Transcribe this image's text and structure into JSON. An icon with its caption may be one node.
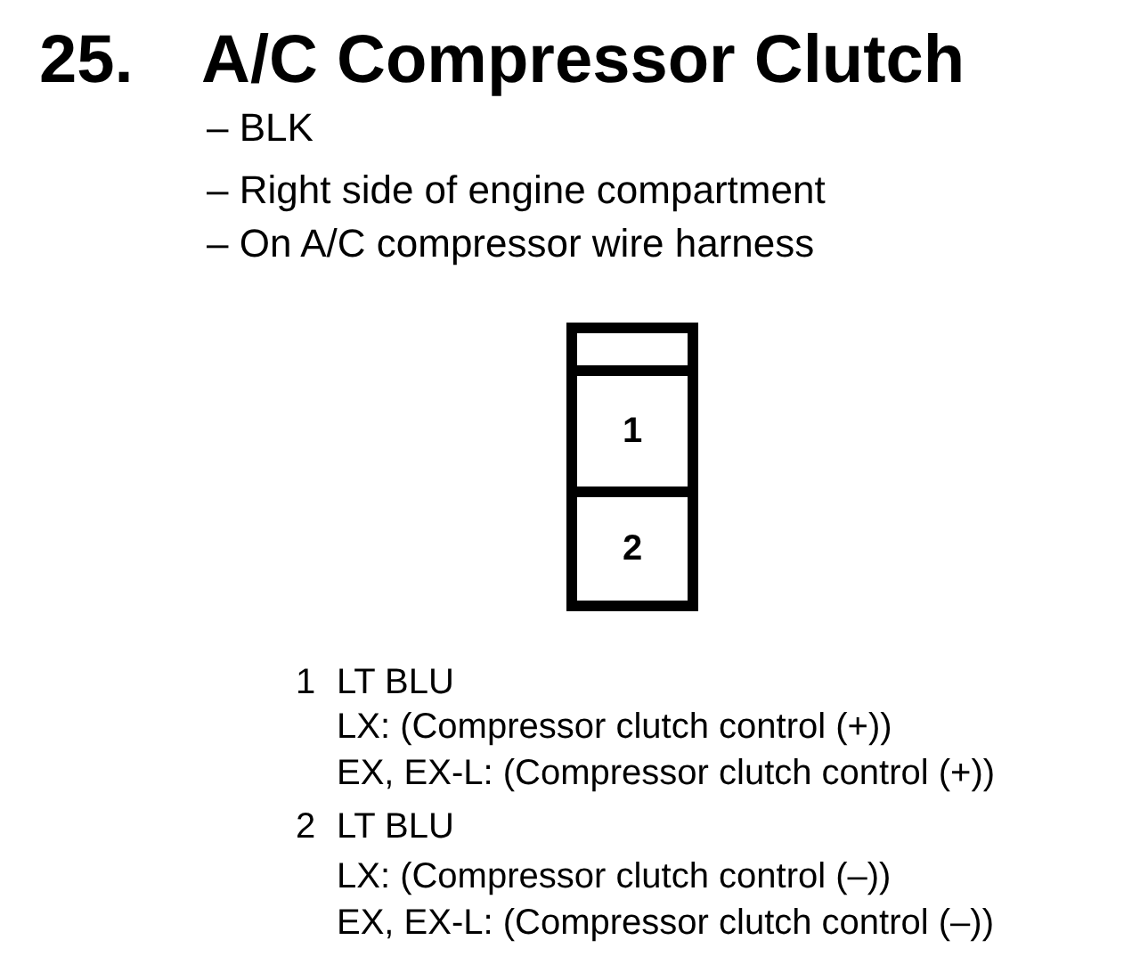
{
  "diagram": {
    "title": "A/C Compressor Clutch",
    "nodes": [
      {
        "text": [],
        "shape": "box"
      },
      {
        "text": [],
        "shape": "box",
        "in": 0
      },
      {
        "text": [
          "1"
        ],
        "in": 0
      },
      {
        "text": [
          "2"
        ],
        "in": 0
      }
    ],
    "labels": [
      "25.",
      "– BLK",
      "– Right side of engine compartment",
      "– On A/C compressor wire harness",
      "1",
      "LT BLU",
      "LX: (Compressor clutch control (+))",
      "EX, EX-L: (Compressor clutch control (+))",
      "2",
      "LT BLU",
      "LX: (Compressor clutch control (–))",
      "EX, EX-L: (Compressor clutch control (–))"
    ]
  }
}
